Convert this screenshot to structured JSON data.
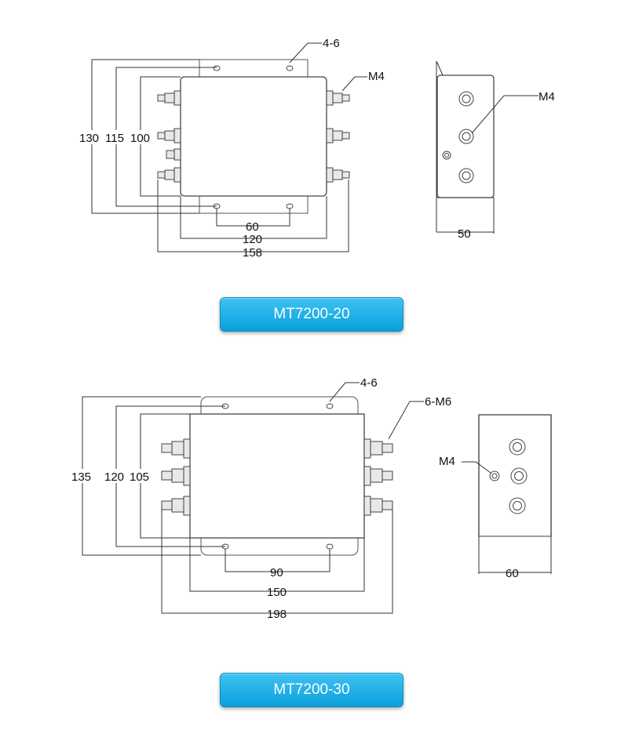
{
  "drawing1": {
    "holes_label": "4-6",
    "terminal_label": "M4",
    "side_screw_label": "M4",
    "height_dims": [
      "130",
      "115",
      "100"
    ],
    "width_dims": [
      "60",
      "120",
      "158"
    ],
    "depth_dim": "50",
    "model": "MT7200-20"
  },
  "drawing2": {
    "holes_label": "4-6",
    "terminal_label": "6-M6",
    "side_screw_label": "M4",
    "height_dims": [
      "135",
      "120",
      "105"
    ],
    "width_dims": [
      "90",
      "150",
      "198"
    ],
    "depth_dim": "60",
    "model": "MT7200-30"
  },
  "colors": {
    "button": "#1aaae6",
    "button_text": "#ffffff",
    "line": "#333333"
  }
}
